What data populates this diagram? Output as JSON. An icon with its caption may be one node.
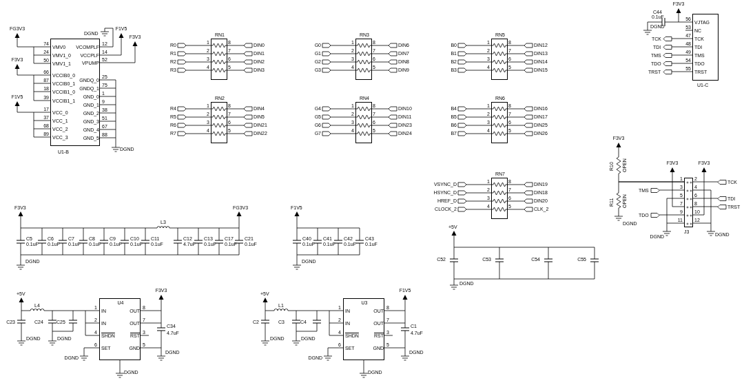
{
  "diagram": {
    "nodes": [
      {
        "text": [
          "VMV0",
          "VMV1_0",
          "VMV1_1",
          "VCCIB0_0",
          "VCCIB0_1",
          "VCCIB1_0",
          "VCCIB1_1",
          "VCC_0",
          "VCC_1",
          "VCC_2",
          "VCC_3",
          "VCOMPLF",
          "VCCPLF",
          "VPUMP",
          "GNDQ_0",
          "GNDQ_1",
          "GND_0",
          "GND_1",
          "GND_2",
          "GND_3",
          "GND_4",
          "GND_5",
          "U1-B"
        ],
        "beside": [
          "74",
          "24",
          "50",
          "66",
          "87",
          "18",
          "39",
          "17",
          "37",
          "68",
          "89",
          "12",
          "14",
          "52",
          "25",
          "75",
          "1",
          "9",
          "38",
          "51",
          "67",
          "88"
        ]
      },
      {
        "text": [
          "RN1"
        ],
        "beside": [
          "1",
          "8",
          "2",
          "7",
          "3",
          "6",
          "4",
          "5"
        ]
      },
      {
        "text": [
          "RN3"
        ],
        "beside": [
          "1",
          "8",
          "2",
          "7",
          "3",
          "6",
          "4",
          "5"
        ]
      },
      {
        "text": [
          "RN5"
        ],
        "beside": [
          "1",
          "8",
          "2",
          "7",
          "3",
          "6",
          "4",
          "5"
        ]
      },
      {
        "text": [
          "VJTAG",
          "NC",
          "TCK",
          "TDI",
          "TMS",
          "TDO",
          "TRST",
          "U1-C"
        ],
        "beside": [
          "56",
          "53",
          "47",
          "48",
          "49",
          "54",
          "55"
        ]
      },
      {
        "text": [
          "RN2"
        ],
        "beside": [
          "1",
          "8",
          "2",
          "7",
          "3",
          "6",
          "4",
          "5"
        ]
      },
      {
        "text": [
          "RN4"
        ],
        "beside": [
          "1",
          "8",
          "2",
          "7",
          "3",
          "6",
          "4",
          "5"
        ]
      },
      {
        "text": [
          "RN6"
        ],
        "beside": [
          "1",
          "8",
          "2",
          "7",
          "3",
          "6",
          "4",
          "5"
        ]
      },
      {
        "text": [
          "RN7"
        ],
        "beside": [
          "1",
          "8",
          "2",
          "7",
          "3",
          "6",
          "4",
          "5"
        ]
      },
      {
        "text": [
          "J3"
        ],
        "beside": [
          "1",
          "2",
          "3",
          "4",
          "5",
          "6",
          "7",
          "8",
          "9",
          "10",
          "11",
          "12"
        ]
      },
      {
        "text": [
          "U4",
          "IN",
          "IN",
          "SHDN",
          "SET",
          "OUT",
          "OUT",
          "RST",
          "GND"
        ],
        "beside": [
          "1",
          "2",
          "4",
          "6",
          "8",
          "7",
          "3",
          "5"
        ]
      },
      {
        "text": [
          "U3",
          "IN",
          "IN",
          "SHDN",
          "SET",
          "OUT",
          "OUT",
          "RST",
          "GND"
        ],
        "beside": [
          "1",
          "2",
          "4",
          "6",
          "8",
          "7",
          "3",
          "5"
        ]
      },
      {
        "text": [
          "FG3V3"
        ]
      },
      {
        "text": [
          "F3V3"
        ]
      },
      {
        "text": [
          "F1V5"
        ]
      },
      {
        "text": [
          "DGND"
        ]
      },
      {
        "text": [
          "F1V5"
        ]
      },
      {
        "text": [
          "F3V3"
        ]
      },
      {
        "text": [
          "DGND"
        ]
      },
      {
        "text": [
          "F3V3"
        ]
      },
      {
        "text": [
          "TCK"
        ]
      },
      {
        "text": [
          "TDI"
        ]
      },
      {
        "text": [
          "TMS"
        ]
      },
      {
        "text": [
          "TDO"
        ]
      },
      {
        "text": [
          "TRST"
        ]
      },
      {
        "text": [
          "F3V3"
        ]
      },
      {
        "text": [
          "R10",
          "OPEN"
        ]
      },
      {
        "text": [
          "R11",
          "OPEN"
        ]
      },
      {
        "text": [
          "F3V3"
        ]
      },
      {
        "text": [
          "F3V3"
        ]
      },
      {
        "text": [
          "TCK"
        ]
      },
      {
        "text": [
          "TMS"
        ]
      },
      {
        "text": [
          "TDI"
        ]
      },
      {
        "text": [
          "TRST"
        ]
      },
      {
        "text": [
          "TDO"
        ]
      },
      {
        "text": [
          "F3V3"
        ]
      },
      {
        "text": [
          "F1V5"
        ]
      }
    ],
    "edges": [
      {
        "from": 12,
        "to": 0,
        "arrow": "none"
      },
      {
        "from": 13,
        "to": 0,
        "arrow": "none"
      },
      {
        "from": 14,
        "to": 0,
        "arrow": "none"
      },
      {
        "from": 15,
        "to": 0,
        "arrow": "none"
      },
      {
        "from": 16,
        "to": 0,
        "arrow": "none"
      },
      {
        "from": 17,
        "to": 0,
        "arrow": "none"
      },
      {
        "from": 0,
        "to": 18,
        "arrow": "none"
      },
      {
        "from": 19,
        "to": 4,
        "arrow": "none"
      },
      {
        "from": 20,
        "to": 4,
        "arrow": "none"
      },
      {
        "from": 21,
        "to": 4,
        "arrow": "none"
      },
      {
        "from": 22,
        "to": 4,
        "arrow": "none"
      },
      {
        "from": 23,
        "to": 4,
        "arrow": "none"
      },
      {
        "from": 24,
        "to": 4,
        "arrow": "none"
      },
      {
        "from": 25,
        "to": 26,
        "arrow": "none"
      },
      {
        "from": 26,
        "to": 9,
        "arrow": "none"
      },
      {
        "from": 27,
        "to": 9,
        "arrow": "none"
      },
      {
        "from": 28,
        "to": 9,
        "arrow": "none"
      },
      {
        "from": 29,
        "to": 9,
        "arrow": "none"
      },
      {
        "from": 9,
        "to": 30,
        "arrow": "none"
      },
      {
        "from": 31,
        "to": 9,
        "arrow": "none"
      },
      {
        "from": 9,
        "to": 32,
        "arrow": "none"
      },
      {
        "from": 9,
        "to": 33,
        "arrow": "none"
      },
      {
        "from": 34,
        "to": 9,
        "arrow": "none"
      },
      {
        "from": 35,
        "to": 10,
        "arrow": "none"
      },
      {
        "from": 36,
        "to": 11,
        "arrow": "none"
      }
    ],
    "labels": [
      "R0",
      "DIN0",
      "R1",
      "DIN1",
      "R2",
      "DIN2",
      "R3",
      "DIN3",
      "G0",
      "DIN6",
      "G1",
      "DIN7",
      "G2",
      "DIN8",
      "G3",
      "DIN9",
      "B0",
      "DIN12",
      "B1",
      "DIN13",
      "B2",
      "DIN14",
      "B3",
      "DIN15",
      "R4",
      "DIN4",
      "R5",
      "DIN5",
      "R6",
      "DIN21",
      "R7",
      "DIN22",
      "G4",
      "DIN10",
      "G5",
      "DIN11",
      "G6",
      "DIN23",
      "G7",
      "DIN24",
      "B4",
      "DIN16",
      "B5",
      "DIN17",
      "B6",
      "DIN25",
      "B7",
      "DIN26",
      "VSYNC_D",
      "DIN19",
      "HSYNC_D",
      "DIN18",
      "HREF_D",
      "DIN20",
      "CLOCK_2",
      "CLK_2",
      "C44",
      "0.1uF",
      "DGND",
      "DGND",
      "DGND",
      "DGND",
      "F3V3",
      "FG3V3",
      "L3",
      "C5",
      "0.1uF",
      "C6",
      "0.1uF",
      "C7",
      "0.1uF",
      "C8",
      "0.1uF",
      "C9",
      "0.1uF",
      "C10",
      "0.1uF",
      "C11",
      "0.1uF",
      "C12",
      "4.7uF",
      "C13",
      "0.1uF",
      "C17",
      "0.1uF",
      "C21",
      "0.1uF",
      "DGND",
      "F1V5",
      "C40",
      "0.1uF",
      "C41",
      "0.1uF",
      "C42",
      "0.1uF",
      "C43",
      "0.1uF",
      "DGND",
      "+5V",
      "C52",
      "C53",
      "C54",
      "C55",
      "DGND",
      "+5V",
      "C23",
      "L4",
      "C24",
      "C25",
      "DGND",
      "DGND",
      "DGND",
      "C34",
      "4.7uF",
      "DGND",
      "DGND",
      "+5V",
      "C2",
      "L1",
      "C3",
      "C4",
      "DGND",
      "DGND",
      "DGND",
      "C1",
      "4.7uF",
      "DGND",
      "DGND"
    ]
  }
}
